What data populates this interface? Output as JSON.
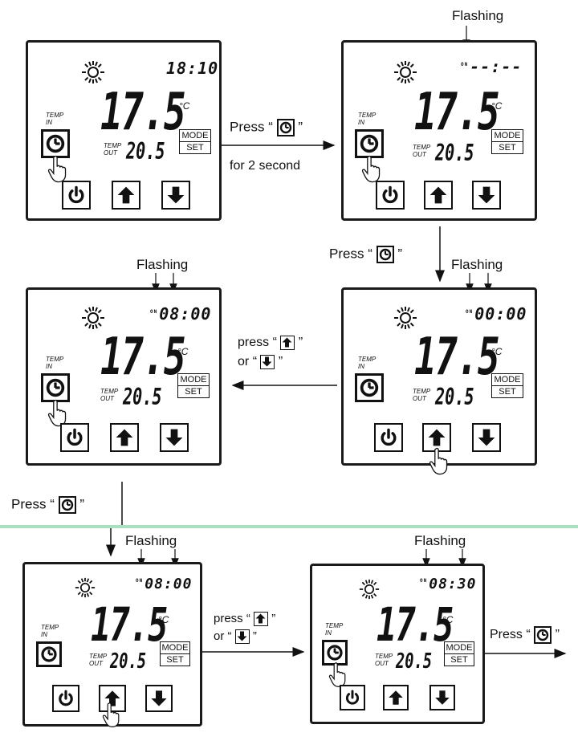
{
  "panels": [
    {
      "clock": "18:10",
      "clock_prefix": "",
      "temp_in": "17.5",
      "temp_out": "20.5",
      "hand_on": "clock"
    },
    {
      "clock": "--:--",
      "clock_prefix": "ON",
      "temp_in": "17.5",
      "temp_out": "20.5",
      "hand_on": "clock"
    },
    {
      "clock": "00:00",
      "clock_prefix": "ON",
      "temp_in": "17.5",
      "temp_out": "20.5",
      "hand_on": "up"
    },
    {
      "clock": "08:00",
      "clock_prefix": "ON",
      "temp_in": "17.5",
      "temp_out": "20.5",
      "hand_on": "clock"
    },
    {
      "clock": "08:00",
      "clock_prefix": "ON",
      "temp_in": "17.5",
      "temp_out": "20.5",
      "hand_on": "up"
    },
    {
      "clock": "08:30",
      "clock_prefix": "ON",
      "temp_in": "17.5",
      "temp_out": "20.5",
      "hand_on": "clock"
    }
  ],
  "labels": {
    "temp_in_top": "TEMP",
    "temp_in_bottom": "IN",
    "temp_out_top": "TEMP",
    "temp_out_bottom": "OUT",
    "deg": "°C",
    "mode": "MODE",
    "set": "SET",
    "flashing": "Flashing"
  },
  "instructions": {
    "press": "Press",
    "press_lower": "press",
    "or": "or",
    "open_quote": "“",
    "close_quote": "”",
    "duration": "for 2 second"
  },
  "icons": {
    "clock_key": "clock-icon",
    "power_key": "power-icon",
    "up_key": "up-arrow-icon",
    "down_key": "down-arrow-icon",
    "sun": "sun-icon",
    "hand": "pointing-hand-icon"
  },
  "colors": {
    "ink": "#111111",
    "divider": "#a8e0c0"
  }
}
